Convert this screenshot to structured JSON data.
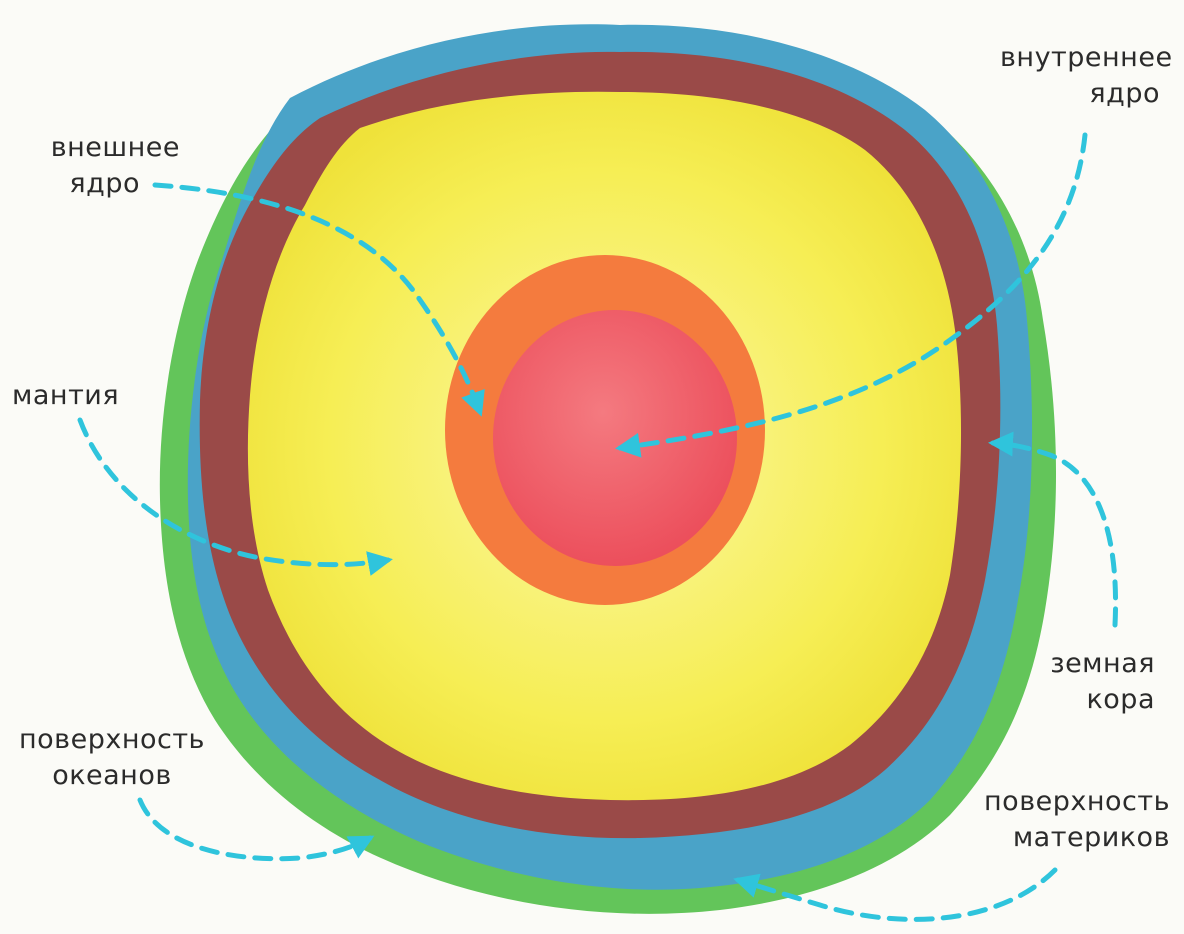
{
  "labels": {
    "outer_core": {
      "line1": "внешнее",
      "line2": "ядро"
    },
    "inner_core": {
      "line1": "внутреннее",
      "line2": "ядро"
    },
    "mantle": {
      "line1": "мантия"
    },
    "crust": {
      "line1": "земная",
      "line2": "кора"
    },
    "ocean_surface": {
      "line1": "поверхность",
      "line2": "океанов"
    },
    "continent_surface": {
      "line1": "поверхность",
      "line2": "материков"
    }
  },
  "colors": {
    "background": "#fbfbf7",
    "continents": "#63c55a",
    "ocean": "#4aa3c8",
    "crust": "#9a4a48",
    "mantle": "#f6ee55",
    "outer_core": "#f47b3e",
    "inner_core": "#ef5f68",
    "arrow": "#2fc4dc"
  }
}
